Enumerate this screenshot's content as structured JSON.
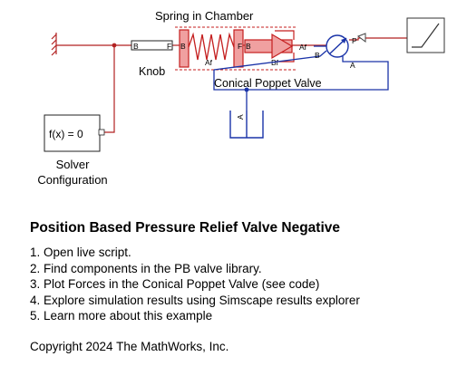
{
  "diagram": {
    "labels": {
      "spring_in_chamber": "Spring in Chamber",
      "knob": "Knob",
      "conical_poppet_valve": "Conical Poppet Valve",
      "solver_configuration": [
        "Solver",
        "Configuration"
      ],
      "solver_expression": "f(x) = 0"
    },
    "ports": {
      "knob_b": "B",
      "knob_f": "F",
      "spring_b": "B",
      "spring_af": "Af",
      "rod_f": "F",
      "rod_b": "B",
      "poppet_bf": "Bf",
      "poppet_af": "Af",
      "pump_p": "P",
      "pump_b": "B",
      "pump_a": "A",
      "reservoir_a": "A"
    },
    "colors": {
      "signal_line": "#b22222",
      "hydraulic_line": "#1a33a8",
      "mech_block": "#c41e1e",
      "mech_fill": "#f0a0a0"
    }
  },
  "description": {
    "title": "Position Based Pressure Relief Valve Negative",
    "steps": [
      "1. Open live script.",
      "2. Find components in the PB valve library.",
      "3. Plot Forces in the Conical Poppet Valve (see code)",
      "4. Explore simulation results using Simscape results explorer",
      "5. Learn more about this example"
    ],
    "copyright": "Copyright 2024 The MathWorks, Inc."
  }
}
